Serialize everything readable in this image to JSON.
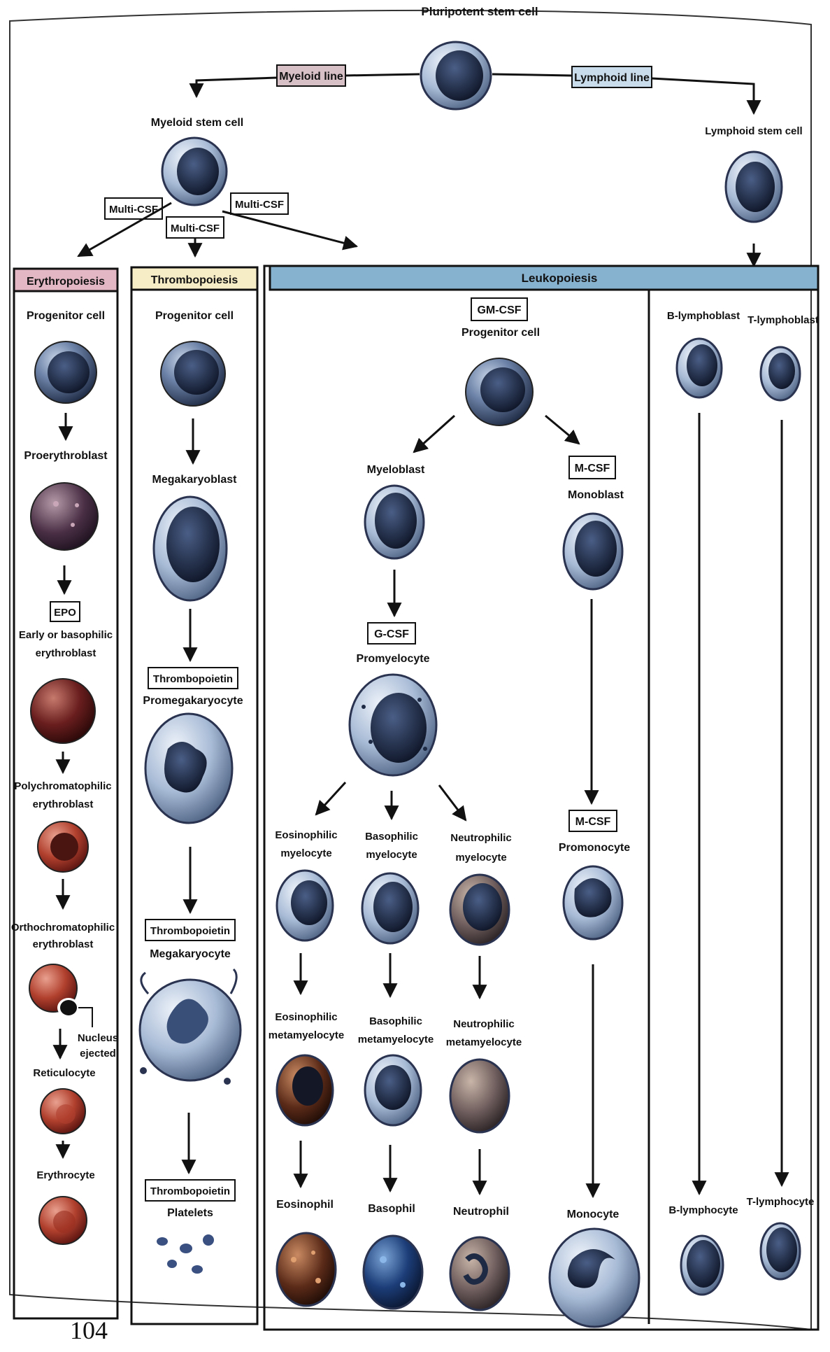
{
  "top": {
    "stem": "Pluripotent stem cell",
    "myeloid_line": "Myeloid line",
    "lymphoid_line": "Lymphoid line",
    "myeloid_stem": "Myeloid stem cell",
    "lymphoid_stem": "Lymphoid stem cell",
    "multi_csf_1": "Multi-CSF",
    "multi_csf_2": "Multi-CSF",
    "multi_csf_3": "Multi-CSF"
  },
  "headers": {
    "erythropoiesis": "Erythropoiesis",
    "thrombopoiesis": "Thrombopoiesis",
    "leukopoiesis": "Leukopoiesis"
  },
  "ery": {
    "progenitor": "Progenitor cell",
    "proerythroblast": "Proerythroblast",
    "epo": "EPO",
    "early_1": "Early or basophilic",
    "early_2": "erythroblast",
    "poly_1": "Polychromatophilic",
    "poly_2": "erythroblast",
    "ortho_1": "Orthochromatophilic",
    "ortho_2": "erythroblast",
    "nucleus_1": "Nucleus",
    "nucleus_2": "ejected",
    "reticulocyte": "Reticulocyte",
    "erythrocyte": "Erythrocyte"
  },
  "thr": {
    "progenitor": "Progenitor cell",
    "megakaryoblast": "Megakaryoblast",
    "tpo_1": "Thrombopoietin",
    "promega": "Promegakaryocyte",
    "tpo_2": "Thrombopoietin",
    "megakaryocyte": "Megakaryocyte",
    "tpo_3": "Thrombopoietin",
    "platelets": "Platelets"
  },
  "leu": {
    "gm_csf": "GM-CSF",
    "progenitor": "Progenitor cell",
    "myeloblast": "Myeloblast",
    "m_csf_1": "M-CSF",
    "monoblast": "Monoblast",
    "g_csf": "G-CSF",
    "promyelocyte": "Promyelocyte",
    "eos_my_1": "Eosinophilic",
    "eos_my_2": "myelocyte",
    "bas_my_1": "Basophilic",
    "bas_my_2": "myelocyte",
    "neu_my_1": "Neutrophilic",
    "neu_my_2": "myelocyte",
    "m_csf_2": "M-CSF",
    "promonocyte": "Promonocyte",
    "eos_meta_1": "Eosinophilic",
    "eos_meta_2": "metamyelocyte",
    "bas_meta_1": "Basophilic",
    "bas_meta_2": "metamyelocyte",
    "neu_meta_1": "Neutrophilic",
    "neu_meta_2": "metamyelocyte",
    "eosinophil": "Eosinophil",
    "basophil": "Basophil",
    "neutrophil": "Neutrophil",
    "monocyte": "Monocyte"
  },
  "lym": {
    "b_blast": "B-lymphoblast",
    "t_blast": "T-lymphoblast",
    "b_cyte": "B-lymphocyte",
    "t_cyte": "T-lymphocyte"
  },
  "page_number": "104",
  "colors": {
    "ery_header": "#e3b8c4",
    "thr_header": "#f6ecc6",
    "leu_header": "#86b1cf",
    "myeloid_tag": "#d7c0c6",
    "lymphoid_tag": "#c9dceb"
  }
}
